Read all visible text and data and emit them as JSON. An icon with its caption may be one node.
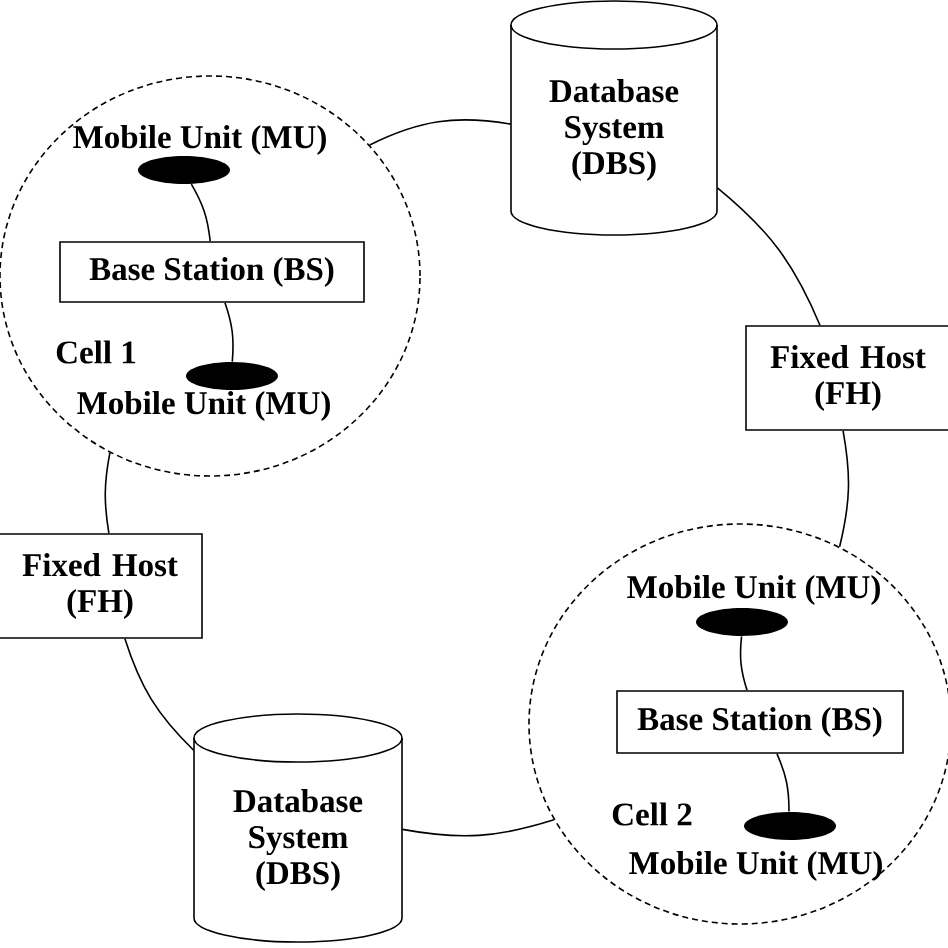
{
  "diagram": {
    "nodes": [
      {
        "text": [
          "Cell 1"
        ]
      },
      {
        "text": [
          "Mobile Unit (MU)"
        ],
        "in": 0
      },
      {
        "text": [
          "Base Station (BS)"
        ],
        "in": 0
      },
      {
        "text": [
          "Mobile Unit (MU)"
        ],
        "in": 0
      },
      {
        "text": [
          "Database System (DBS)"
        ]
      },
      {
        "text": [
          "Fixed Host (FH)"
        ]
      },
      {
        "text": [
          "Cell 2"
        ]
      },
      {
        "text": [
          "Mobile Unit (MU)"
        ],
        "in": 6
      },
      {
        "text": [
          "Base Station (BS)"
        ],
        "in": 6
      },
      {
        "text": [
          "Mobile Unit (MU)"
        ],
        "in": 6
      },
      {
        "text": [
          "Database System (DBS)"
        ]
      },
      {
        "text": [
          "Fixed Host (FH)"
        ]
      }
    ],
    "edges": [
      {
        "from": 1,
        "to": 2,
        "arrow": "none"
      },
      {
        "from": 2,
        "to": 3,
        "arrow": "none"
      },
      {
        "from": 0,
        "to": 4,
        "arrow": "none"
      },
      {
        "from": 4,
        "to": 5,
        "arrow": "none"
      },
      {
        "from": 5,
        "to": 6,
        "arrow": "none"
      },
      {
        "from": 7,
        "to": 8,
        "arrow": "none"
      },
      {
        "from": 8,
        "to": 9,
        "arrow": "none"
      },
      {
        "from": 6,
        "to": 10,
        "arrow": "none"
      },
      {
        "from": 10,
        "to": 11,
        "arrow": "none"
      },
      {
        "from": 11,
        "to": 0,
        "arrow": "none"
      }
    ]
  }
}
